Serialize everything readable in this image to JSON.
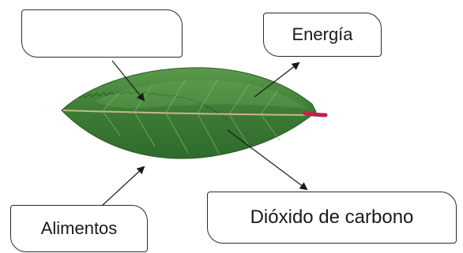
{
  "labels": {
    "top_left_box": "",
    "energy": "Energía",
    "food": "Alimentos",
    "carbon_dioxide": "Dióxido de carbono"
  },
  "colors": {
    "leaf_dark": "#2f6a2c",
    "leaf_mid": "#4a8c3c",
    "leaf_light": "#6aa65a",
    "midrib": "#c7b78a",
    "stem": "#c4204a",
    "arrow": "#1a1a1a",
    "box_border": "#2a2a2a"
  },
  "icons": {
    "leaf": "leaf-illustration",
    "arrows": "arrow-icon"
  }
}
